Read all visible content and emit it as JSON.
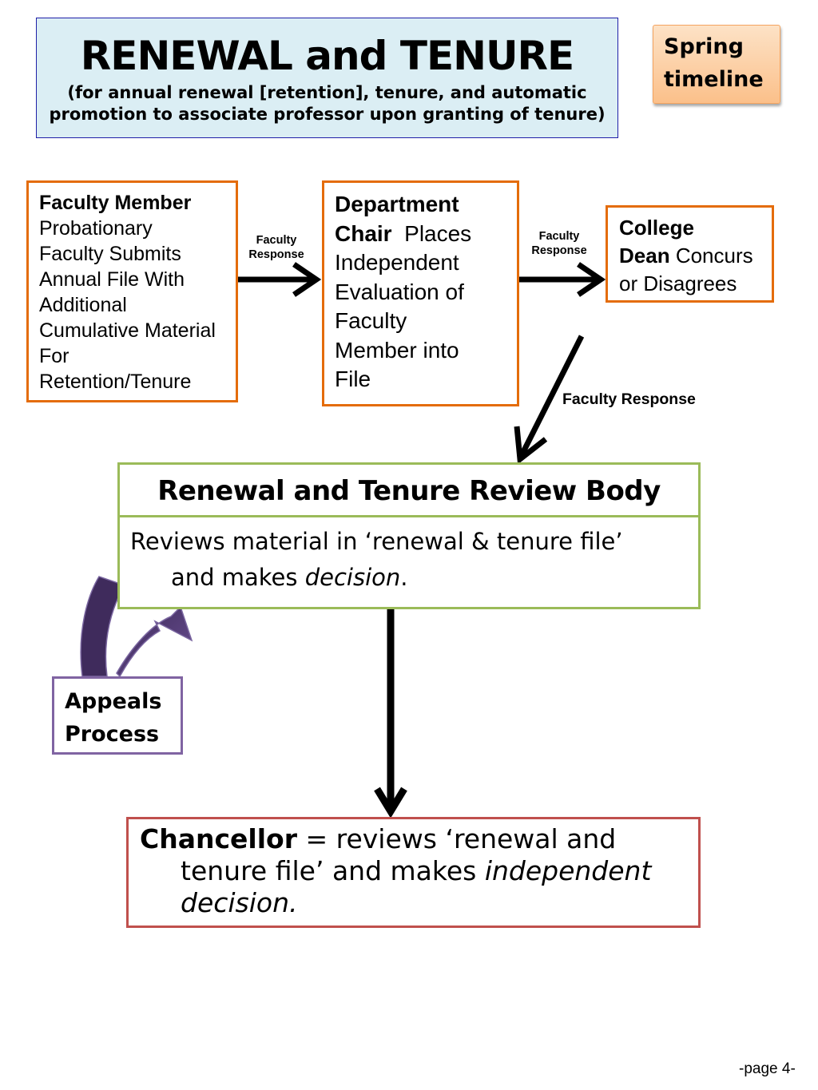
{
  "title": {
    "main": "RENEWAL and TENURE",
    "subtitle": "(for annual renewal [retention], tenure, and automatic promotion to associate professor upon granting of tenure)"
  },
  "timeline_tag": {
    "line1": "Spring",
    "line2": "timeline"
  },
  "faculty_member": {
    "heading": "Faculty Member",
    "lines": [
      "Probationary",
      "Faculty Submits",
      "Annual File With",
      "Additional",
      "Cumulative Material",
      "For",
      "Retention/Tenure"
    ]
  },
  "department_chair": {
    "heading_line1": "Department",
    "heading_line2": "Chair",
    "first_word": "Places",
    "lines": [
      "Independent",
      "Evaluation of",
      "Faculty",
      "Member into",
      "File"
    ]
  },
  "college_dean": {
    "heading_line1": "College",
    "heading_line2": "Dean",
    "text_first": "Concurs",
    "text_second": "or Disagrees"
  },
  "responses": {
    "faculty_to_chair": {
      "line1": "Faculty",
      "line2": "Response"
    },
    "chair_to_dean": {
      "line1": "Faculty",
      "line2": "Response"
    },
    "dean_to_review": "Faculty Response"
  },
  "review_body": {
    "title": "Renewal and Tenure Review Body",
    "text_line1": "Reviews material in ‘renewal & tenure file’",
    "text_line2_prefix": "and  makes ",
    "text_line2_italic": "decision",
    "text_line2_suffix": "."
  },
  "appeals": {
    "line1": "Appeals",
    "line2": "Process"
  },
  "chancellor": {
    "heading": "Chancellor",
    "text_line1": " = reviews ‘renewal and",
    "text_line2_prefix": "tenure file’ and makes ",
    "text_line2_italic": "independent",
    "text_line3_italic": "decision."
  },
  "page_number": "-page 4-",
  "colors": {
    "title_fill": "#dbeef4",
    "title_border": "#1f1fa8",
    "process_border": "#e46c0a",
    "review_border": "#9bbb59",
    "appeals_border": "#8064a2",
    "appeals_arrow": "#5b3f7d",
    "chancellor_border": "#c0504d"
  }
}
